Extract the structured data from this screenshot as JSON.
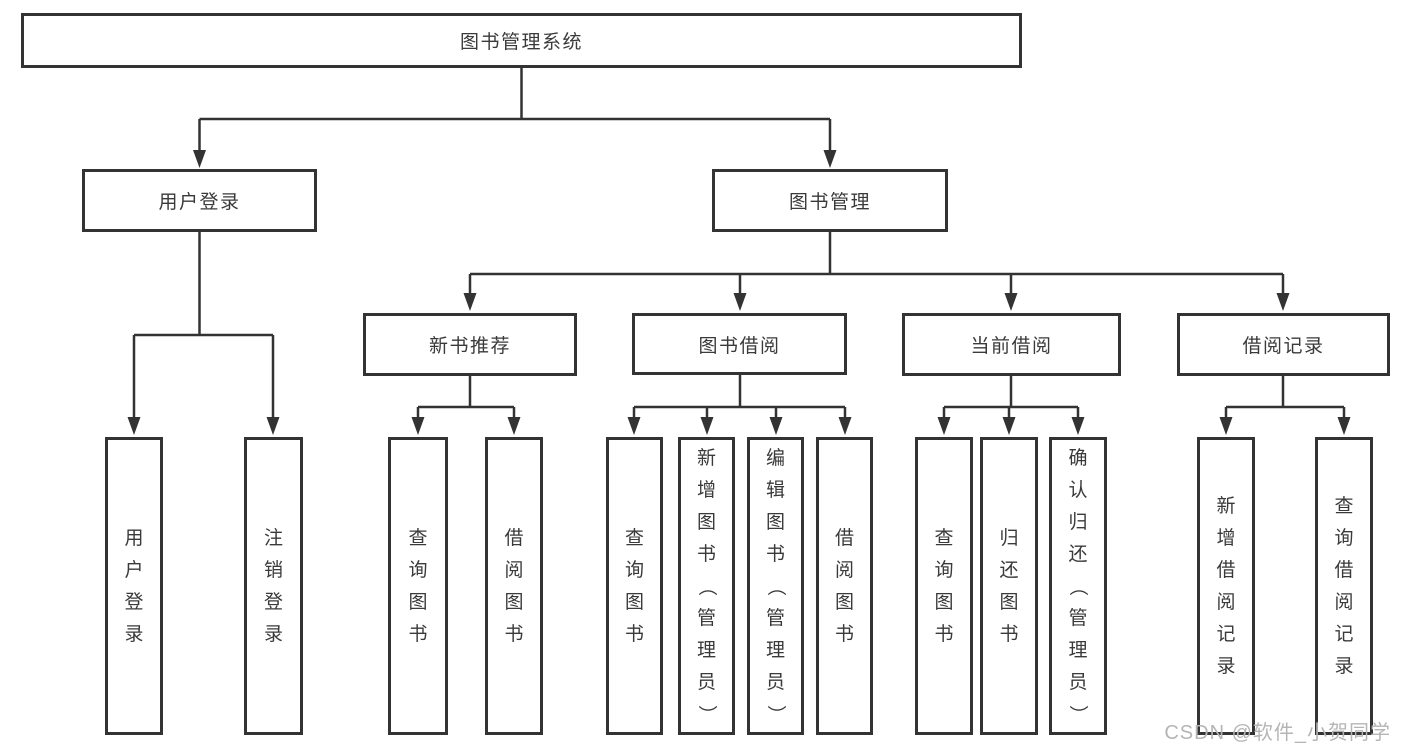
{
  "colors": {
    "line": "#333333",
    "box_border": "#333333",
    "text": "#3a3a3a",
    "background": "#ffffff",
    "watermark": "#b5b5b5"
  },
  "watermark": {
    "text": "CSDN @软件_小贺同学"
  },
  "tree": {
    "label": "图书管理系统",
    "children": [
      {
        "label": "用户登录",
        "children": [
          {
            "label": "用户登录"
          },
          {
            "label": "注销登录"
          }
        ]
      },
      {
        "label": "图书管理",
        "children": [
          {
            "label": "新书推荐",
            "children": [
              {
                "label": "查询图书"
              },
              {
                "label": "借阅图书"
              }
            ]
          },
          {
            "label": "图书借阅",
            "children": [
              {
                "label": "查询图书"
              },
              {
                "label": "新增图书（管理员）"
              },
              {
                "label": "编辑图书（管理员）"
              },
              {
                "label": "借阅图书"
              }
            ]
          },
          {
            "label": "当前借阅",
            "children": [
              {
                "label": "查询图书"
              },
              {
                "label": "归还图书"
              },
              {
                "label": "确认归还（管理员）"
              }
            ]
          },
          {
            "label": "借阅记录",
            "children": [
              {
                "label": "新增借阅记录"
              },
              {
                "label": "查询借阅记录"
              }
            ]
          }
        ]
      }
    ]
  }
}
